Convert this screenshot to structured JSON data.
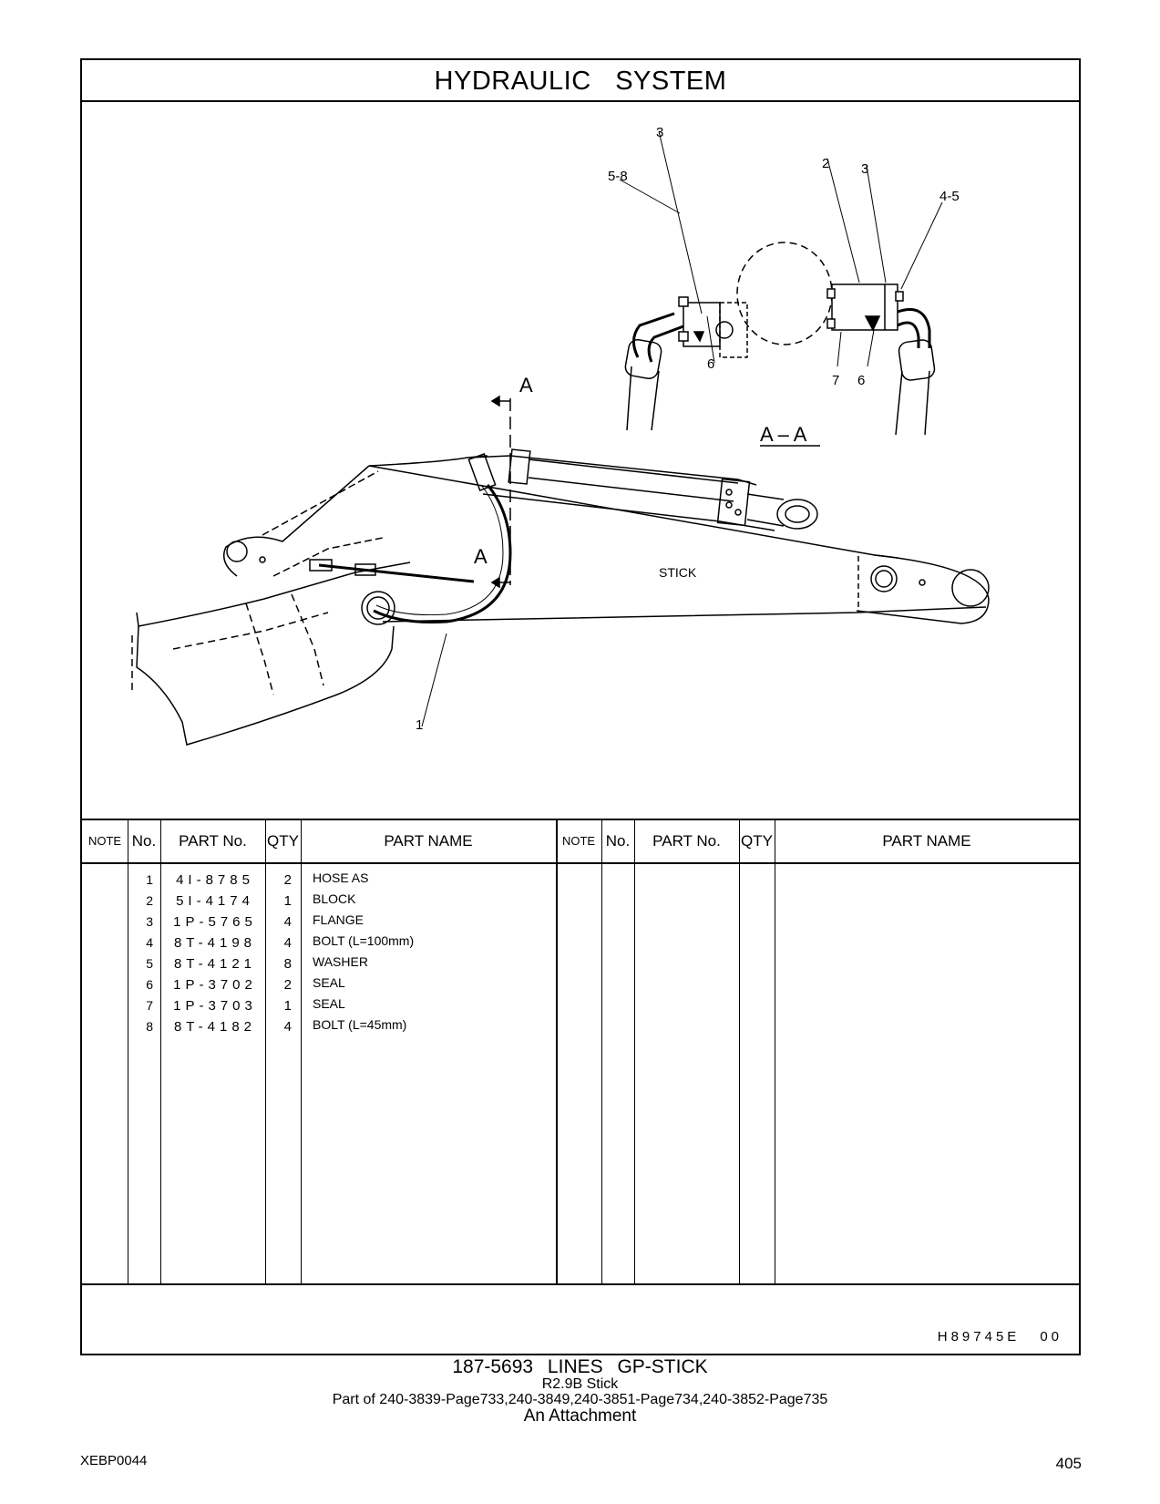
{
  "header": {
    "title": "HYDRAULIC   SYSTEM"
  },
  "drawing": {
    "section_label": "A – A",
    "arrow_label": "A",
    "stick_label": "STICK",
    "callouts": [
      "1",
      "2",
      "3",
      "3",
      "4-5",
      "5-8",
      "6",
      "6",
      "7"
    ]
  },
  "table": {
    "columns": [
      "NOTE",
      "No.",
      "PART No.",
      "QTY",
      "PART NAME",
      "NOTE",
      "No.",
      "PART No.",
      "QTY",
      "PART NAME"
    ],
    "rows": [
      {
        "no": "1",
        "part_no": "4I-8785",
        "qty": "2",
        "name": "HOSE  AS"
      },
      {
        "no": "2",
        "part_no": "5I-4174",
        "qty": "1",
        "name": "BLOCK"
      },
      {
        "no": "3",
        "part_no": "1P-5765",
        "qty": "4",
        "name": "FLANGE"
      },
      {
        "no": "4",
        "part_no": "8T-4198",
        "qty": "4",
        "name": "BOLT (L=100mm)"
      },
      {
        "no": "5",
        "part_no": "8T-4121",
        "qty": "8",
        "name": "WASHER"
      },
      {
        "no": "6",
        "part_no": "1P-3702",
        "qty": "2",
        "name": "SEAL"
      },
      {
        "no": "7",
        "part_no": "1P-3703",
        "qty": "1",
        "name": "SEAL"
      },
      {
        "no": "8",
        "part_no": "8T-4182",
        "qty": "4",
        "name": "BOLT (L=45mm)"
      }
    ]
  },
  "doc_code": {
    "id": "H89745E",
    "rev": "00"
  },
  "footer": {
    "line1": "187-5693   LINES  GP-STICK",
    "line2": "R2.9B  Stick",
    "line3": "Part of 240-3839-Page733,240-3849,240-3851-Page734,240-3852-Page735",
    "line4": "An Attachment"
  },
  "page": {
    "code": "XEBP0044",
    "number": "405"
  }
}
